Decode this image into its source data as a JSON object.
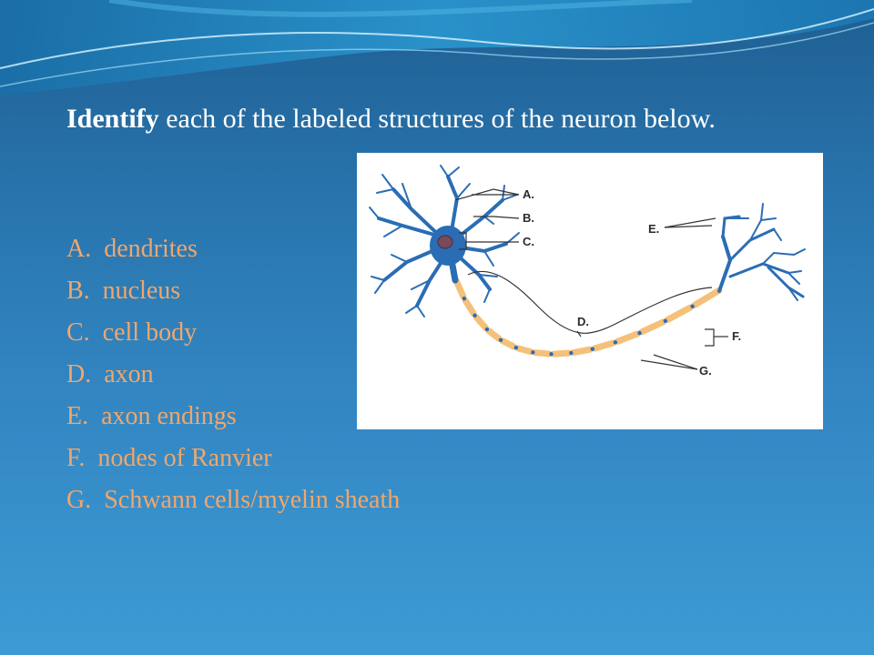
{
  "prompt": {
    "bold_word": "Identify",
    "rest": " each of the labeled structures of the neuron below."
  },
  "answers": [
    "A.  dendrites",
    "B.  nucleus",
    "C.  cell body",
    "D.  axon",
    "E.  axon endings",
    "F.  nodes of Ranvier",
    "G.  Schwann cells/myelin sheath"
  ],
  "diagram_labels": {
    "a": "A.",
    "b": "B.",
    "c": "C.",
    "d": "D.",
    "e": "E.",
    "f": "F.",
    "g": "G."
  },
  "colors": {
    "answer_text": "#f2a66a",
    "neuron_blue": "#2a6db5",
    "myelin": "#f5c07a"
  }
}
